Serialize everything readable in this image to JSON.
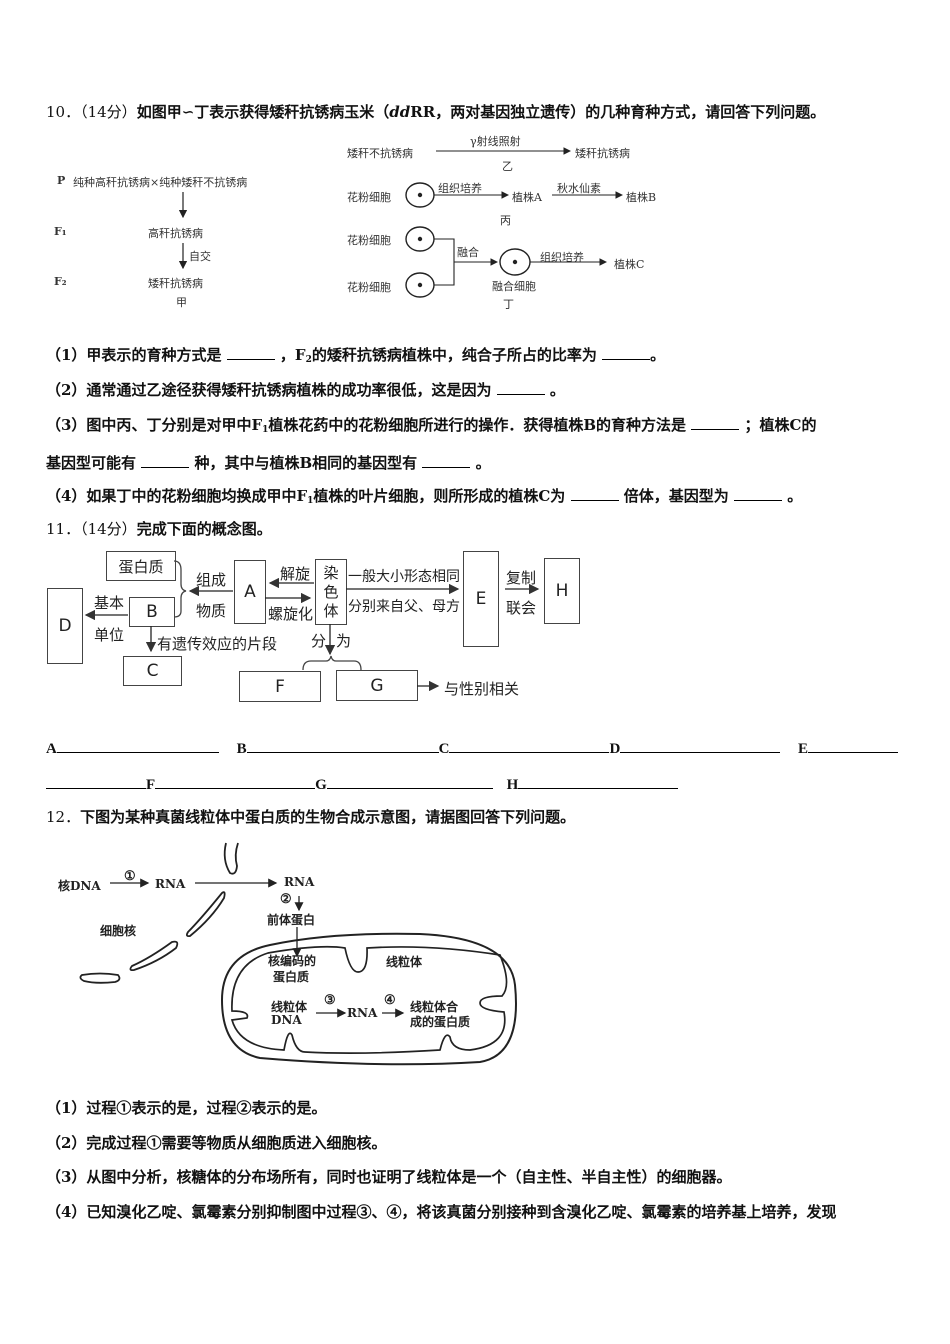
{
  "q10": {
    "number": "10．",
    "score": "（14分）",
    "stem_a": "如图甲",
    "stem_b": "丁表示获得矮秆抗锈病玉米（",
    "genotype_italic": "dd",
    "genotype_rest": "RR，两对基因独立遗传）的几种育种方式，请回答下列问题。",
    "fig_jia": {
      "p_label": "P",
      "p_text": "纯种高秆抗锈病×纯种矮秆不抗锈病",
      "f1_label": "F₁",
      "f1_text": "高秆抗锈病",
      "self_cross": "自交",
      "f2_label": "F₂",
      "f2_text": "矮秆抗锈病",
      "caption": "甲"
    },
    "fig_yi": {
      "from": "矮秆不抗锈病",
      "over": "γ射线照射",
      "to": "矮秆抗锈病",
      "caption": "乙"
    },
    "fig_bing": {
      "cell": "花粉细胞",
      "step1": "组织培养",
      "mid": "植株A",
      "step2": "秋水仙素",
      "to": "植株B",
      "caption": "丙"
    },
    "fig_ding": {
      "cell1": "花粉细胞",
      "cell2": "花粉细胞",
      "fuse": "融合",
      "fused": "融合细胞",
      "step": "组织培养",
      "to": "植株C",
      "caption": "丁"
    },
    "sub1_a": "（1）甲表示的育种方式是",
    "sub1_b": "，F",
    "sub1_c": "的矮秆抗锈病植株中，纯合子所占的比率为",
    "sub1_d": "。",
    "sub2_a": "（2）通常通过乙途径获得矮秆抗锈病植株的成功率很低，这是因为",
    "sub2_b": "。",
    "sub3_a": "（3）图中丙、丁分别是对甲中F",
    "sub3_b": "植株花药中的花粉细胞所进行的操作．获得植株B的育种方法是",
    "sub3_c": "；植株C的",
    "sub3_d": "基因型可能有",
    "sub3_e": "种，其中与植株B相同的基因型有",
    "sub3_f": "。",
    "sub4_a": "（4）如果丁中的花粉细胞均换成甲中F",
    "sub4_b": "植株的叶片细胞，则所形成的植株C为",
    "sub4_c": "倍体，基因型为",
    "sub4_d": "。"
  },
  "q11": {
    "number": "11．",
    "score": "（14分）",
    "stem": "完成下面的概念图。",
    "concept_map": {
      "protein": "蛋白质",
      "compose_1": "组成",
      "compose_2": "物质",
      "A": "A",
      "unwind": "解旋",
      "coil": "螺旋化",
      "chromosome": "染\n色\n体",
      "chrom_1": "染",
      "chrom_2": "色",
      "chrom_3": "体",
      "same_shape": "一般大小形态相同",
      "from_parents": "分别来自父、母方",
      "E": "E",
      "replicate": "复制",
      "synapsis": "联会",
      "H": "H",
      "D": "D",
      "basic_1": "基本",
      "basic_2": "单位",
      "B": "B",
      "genetic_segment": "有遗传效应的片段",
      "C": "C",
      "divide_1": "分",
      "divide_2": "为",
      "F": "F",
      "G": "G",
      "sex_related": "与性别相关"
    },
    "answers": [
      "A",
      "B",
      "C",
      "D",
      "E",
      "F",
      "G",
      "H"
    ]
  },
  "q12": {
    "number": "12．",
    "stem": "下图为某种真菌线粒体中蛋白质的生物合成示意图，请据图回答下列问题。",
    "diagram": {
      "nuclear_dna": "核DNA",
      "step1": "①",
      "rna1": "RNA",
      "rna2": "RNA",
      "step2": "②",
      "precursor": "前体蛋白",
      "nucleus": "细胞核",
      "nuc_encoded_1": "核编码的",
      "nuc_encoded_2": "蛋白质",
      "mitochondrion": "线粒体",
      "mt_dna_1": "线粒体",
      "mt_dna_2": "DNA",
      "step3": "③",
      "rna3": "RNA",
      "step4": "④",
      "mt_protein_1": "线粒体合",
      "mt_protein_2": "成的蛋白质"
    },
    "sub1": "（1）过程①表示的是，过程②表示的是。",
    "sub2": "（2）完成过程①需要等物质从细胞质进入细胞核。",
    "sub3": "（3）从图中分析，核糖体的分布场所有，同时也证明了线粒体是一个（自主性、半自主性）的细胞器。",
    "sub4": "（4）已知溴化乙啶、氯霉素分别抑制图中过程③、④，将该真菌分别接种到含溴化乙啶、氯霉素的培养基上培养，发现"
  }
}
